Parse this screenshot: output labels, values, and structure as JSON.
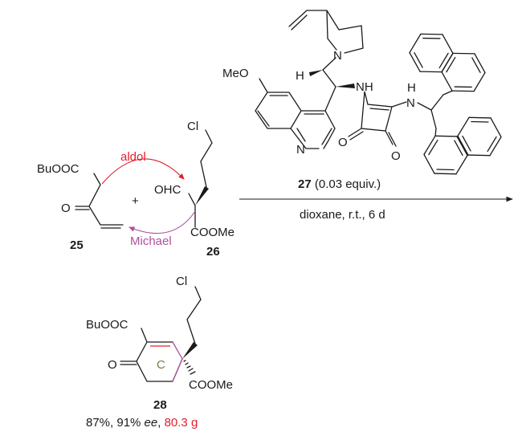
{
  "compound_25": {
    "substituent": "BuOOC",
    "oxo": "O",
    "label": "25"
  },
  "compound_26": {
    "chloro": "Cl",
    "aldehyde": "OHC",
    "ester": "COOMe",
    "label": "26"
  },
  "plus": "+",
  "mechanism": {
    "aldol": "aldol",
    "michael": "Michael"
  },
  "catalyst_27": {
    "methoxy": "MeO",
    "h": "H",
    "quinuclidine_n": "N",
    "nh": "NH",
    "quinoline_n": "N",
    "oxo1": "O",
    "oxo2": "O",
    "amine_h": "H",
    "amine_n": "N",
    "label": "27",
    "amount": "(0.03 equiv.)"
  },
  "conditions": "dioxane, r.t., 6 d",
  "product_28": {
    "chloro": "Cl",
    "substituent": "BuOOC",
    "oxo": "O",
    "ring_label": "C",
    "ester": "COOMe",
    "label": "28",
    "yield": "87%, 91% ",
    "ee": "ee",
    "comma": ", ",
    "mass": "80.3 g"
  },
  "colors": {
    "aldol": "#e0202e",
    "michael": "#b0509e",
    "ring_label": "#7a7a50",
    "mass": "#e0202e"
  }
}
